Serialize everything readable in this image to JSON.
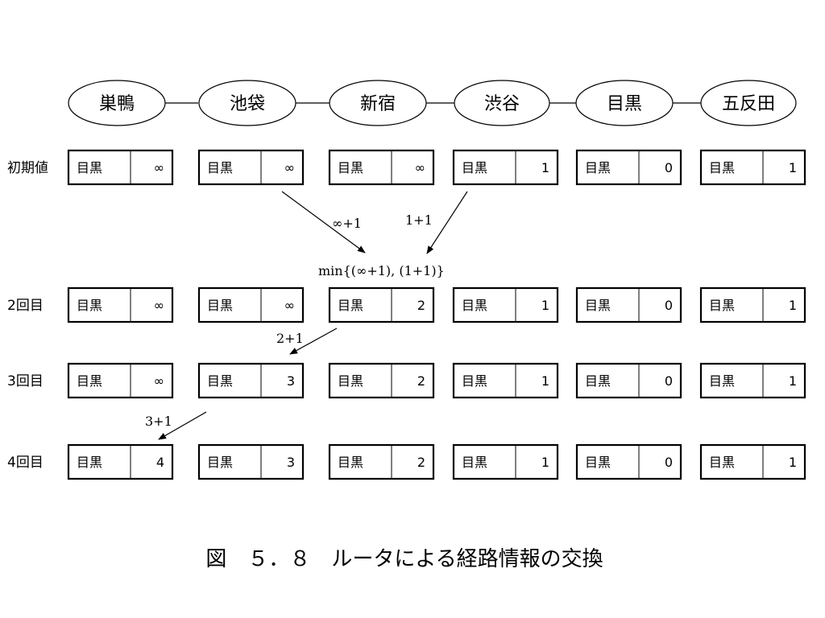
{
  "routers": [
    "巣鴨",
    "池袋",
    "新宿",
    "渋谷",
    "目黒",
    "五反田"
  ],
  "rows": [
    {
      "label": "初期値",
      "entries": [
        {
          "dest": "目黒",
          "cost": "∞"
        },
        {
          "dest": "目黒",
          "cost": "∞"
        },
        {
          "dest": "目黒",
          "cost": "∞"
        },
        {
          "dest": "目黒",
          "cost": "1"
        },
        {
          "dest": "目黒",
          "cost": "0"
        },
        {
          "dest": "目黒",
          "cost": "1"
        }
      ]
    },
    {
      "label": "2回目",
      "entries": [
        {
          "dest": "目黒",
          "cost": "∞"
        },
        {
          "dest": "目黒",
          "cost": "∞"
        },
        {
          "dest": "目黒",
          "cost": "2"
        },
        {
          "dest": "目黒",
          "cost": "1"
        },
        {
          "dest": "目黒",
          "cost": "0"
        },
        {
          "dest": "目黒",
          "cost": "1"
        }
      ]
    },
    {
      "label": "3回目",
      "entries": [
        {
          "dest": "目黒",
          "cost": "∞"
        },
        {
          "dest": "目黒",
          "cost": "3"
        },
        {
          "dest": "目黒",
          "cost": "2"
        },
        {
          "dest": "目黒",
          "cost": "1"
        },
        {
          "dest": "目黒",
          "cost": "0"
        },
        {
          "dest": "目黒",
          "cost": "1"
        }
      ]
    },
    {
      "label": "4回目",
      "entries": [
        {
          "dest": "目黒",
          "cost": "4"
        },
        {
          "dest": "目黒",
          "cost": "3"
        },
        {
          "dest": "目黒",
          "cost": "2"
        },
        {
          "dest": "目黒",
          "cost": "1"
        },
        {
          "dest": "目黒",
          "cost": "0"
        },
        {
          "dest": "目黒",
          "cost": "1"
        }
      ]
    }
  ],
  "annotations": {
    "inf_plus_one": "∞+1",
    "one_plus_one": "1+1",
    "min_expr": "min{(∞+1), (1+1)}",
    "two_plus_one": "2+1",
    "three_plus_one": "3+1"
  },
  "caption": "図　５．８　ルータによる経路情報の交換"
}
